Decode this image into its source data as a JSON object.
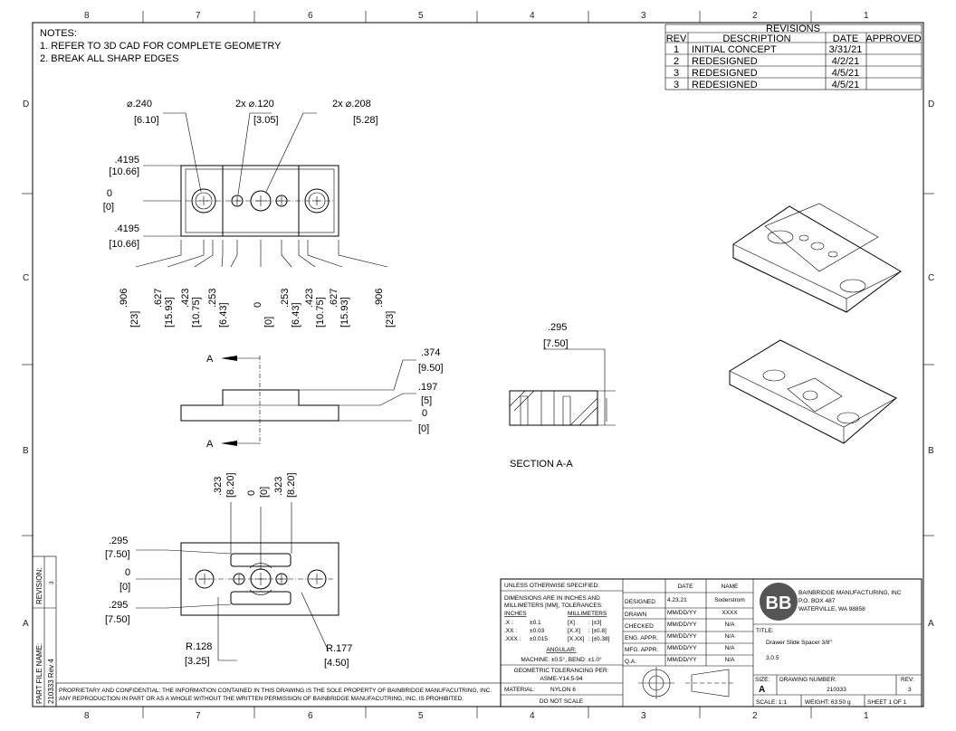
{
  "zones": {
    "columns": [
      "8",
      "7",
      "6",
      "5",
      "4",
      "3",
      "2",
      "1"
    ],
    "rows": [
      "D",
      "C",
      "B",
      "A"
    ]
  },
  "notes": {
    "heading": "NOTES:",
    "items": [
      "1.  REFER TO 3D CAD FOR COMPLETE GEOMETRY",
      "2.  BREAK ALL SHARP EDGES"
    ]
  },
  "revisions": {
    "title": "REVISIONS",
    "headers": [
      "REV",
      "DESCRIPTION",
      "DATE",
      "APPROVED"
    ],
    "rows": [
      {
        "rev": "1",
        "description": "INITIAL CONCEPT",
        "date": "3/31/21",
        "approved": ""
      },
      {
        "rev": "2",
        "description": "REDESIGNED",
        "date": "4/2/21",
        "approved": ""
      },
      {
        "rev": "3",
        "description": "REDESIGNED",
        "date": "4/5/21",
        "approved": ""
      },
      {
        "rev": "3",
        "description": "REDESIGNED",
        "date": "4/5/21",
        "approved": ""
      }
    ]
  },
  "top_view": {
    "callouts": [
      {
        "dim": "⌀.240",
        "mm": "[6.10]"
      },
      {
        "dim": "2x ⌀.120",
        "mm": "[3.05]"
      },
      {
        "dim": "2x ⌀.208",
        "mm": "[5.28]"
      }
    ],
    "vertical_dims": [
      {
        "dim": ".4195",
        "mm": "[10.66]"
      },
      {
        "dim": "0",
        "mm": "[0]"
      },
      {
        "dim": ".4195",
        "mm": "[10.66]"
      }
    ],
    "horizontal_dims": [
      {
        "dim": ".906",
        "mm": "[23]"
      },
      {
        "dim": ".627",
        "mm": "[15.93]"
      },
      {
        "dim": ".423",
        "mm": "[10.75]"
      },
      {
        "dim": ".253",
        "mm": "[6.43]"
      },
      {
        "dim": "0",
        "mm": "[0]"
      },
      {
        "dim": ".253",
        "mm": "[6.43]"
      },
      {
        "dim": ".423",
        "mm": "[10.75]"
      },
      {
        "dim": ".627",
        "mm": "[15.93]"
      },
      {
        "dim": ".906",
        "mm": "[23]"
      }
    ]
  },
  "front_view": {
    "section_marker": "A",
    "dims": [
      {
        "dim": ".374",
        "mm": "[9.50]"
      },
      {
        "dim": ".197",
        "mm": "[5]"
      },
      {
        "dim": "0",
        "mm": "[0]"
      }
    ]
  },
  "section_view": {
    "dim": ".295",
    "mm": "[7.50]",
    "label": "SECTION A-A"
  },
  "bottom_view": {
    "top_dims": [
      {
        "dim": ".323",
        "mm": "[8.20]"
      },
      {
        "dim": "0",
        "mm": "[0]"
      },
      {
        "dim": ".323",
        "mm": "[8.20]"
      }
    ],
    "left_dims": [
      {
        "dim": ".295",
        "mm": "[7.50]"
      },
      {
        "dim": "0",
        "mm": "[0]"
      },
      {
        "dim": ".295",
        "mm": "[7.50]"
      }
    ],
    "radii": [
      {
        "dim": "R.128",
        "mm": "[3.25]"
      },
      {
        "dim": "R.177",
        "mm": "[4.50]"
      }
    ]
  },
  "side_box": {
    "revision_label": "REVISION:",
    "revision_value": "3",
    "part_file_label": "PART FILE NAME:",
    "part_file_value": "210333 Rev 4"
  },
  "proprietary": [
    "PROPRIETARY AND CONFIDENTIAL: THE INFORMATION CONTAINED IN THIS DRAWING IS THE SOLE PROPERTY OF BAINBRIDGE MANUFACUTRING, INC.",
    "ANY REPRODUCTION IN PART OR AS A WHOLE WITHOUT THE WRITTEN PERMISSION OF BAINBRIDGE MANUFACUTRING, INC. IS PROHIBITED."
  ],
  "title_block": {
    "unless": "UNLESS OTHERWISE SPECIFIED:",
    "dims_note": [
      "DIMENSIONS ARE IN INCHES AND",
      "MILLIMETERS [MM], TOLERANCES:"
    ],
    "inches_head": "INCHES",
    "mm_head": "MILLIMETERS",
    "tolerances": [
      {
        "in": ".X :",
        "in_tol": "±0.1",
        "mm": "[X]",
        "mm_tol": ": [±3]"
      },
      {
        "in": ".XX :",
        "in_tol": "±0.03",
        "mm": "[X.X]",
        "mm_tol": ": [±0.8]"
      },
      {
        "in": ".XXX :",
        "in_tol": "±0.015",
        "mm": "[X.XX]",
        "mm_tol": ": [±0.38]"
      }
    ],
    "angular_head": "ANGULAR:",
    "angular": "MACHINE: ±0.5°, BEND: ±1.0°",
    "geometric": [
      "GEOMETRIC TOLERANCING PER:",
      "ASME-Y14.5-94"
    ],
    "material_label": "MATERIAL:",
    "material": "NYLON 6",
    "do_not_scale": "DO NOT SCALE",
    "sign_headers": [
      "DATE",
      "NAME"
    ],
    "sign_rows": [
      {
        "role": "DESIGNED",
        "date": "4.23.21",
        "name": "Soderstrom"
      },
      {
        "role": "DRAWN",
        "date": "MM/DD/YY",
        "name": "XXXX"
      },
      {
        "role": "CHECKED",
        "date": "MM/DD/YY",
        "name": "N/A"
      },
      {
        "role": "ENG. APPR.",
        "date": "MM/DD/YY",
        "name": "N/A"
      },
      {
        "role": "MFG. APPR.",
        "date": "MM/DD/YY",
        "name": "N/A"
      },
      {
        "role": "Q.A.",
        "date": "MM/DD/YY",
        "name": "N/A"
      }
    ],
    "company": [
      "BAINBRIDGE MANUFACTURING, INC",
      "P.O. BOX 487",
      "WATERVILLE, WA 98858"
    ],
    "logo_text": "BB",
    "title_label": "TITLE:",
    "title": "Drawer Slide Spacer 3/8\"",
    "subtitle": "3.0.5",
    "size_label": "SIZE:",
    "size": "A",
    "drawing_number_label": "DRAWING NUMBER:",
    "drawing_number": "210333",
    "rev_label": "REV:",
    "rev": "3",
    "scale": "SCALE: 1:1",
    "weight": "WEIGHT: 63.50 g",
    "sheet": "SHEET 1 OF 1"
  }
}
